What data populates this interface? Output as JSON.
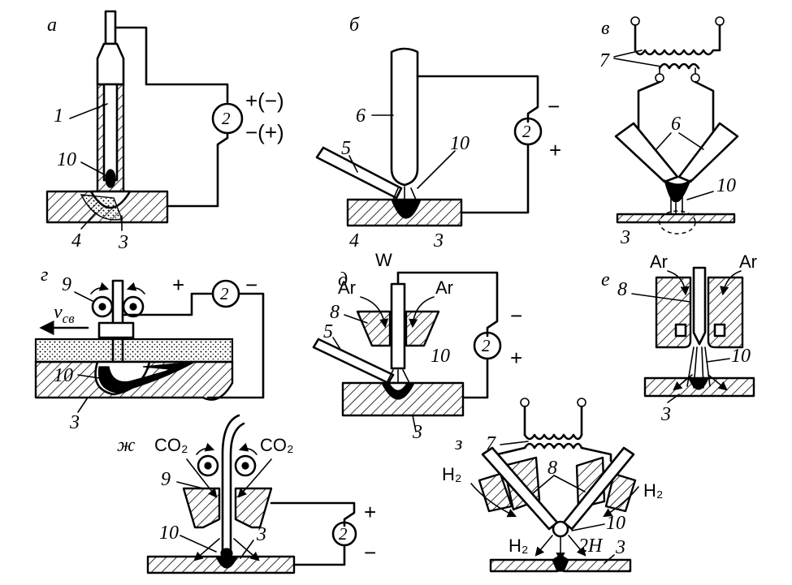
{
  "panels": {
    "a": {
      "letter": "а",
      "labels": {
        "electrode": "1",
        "arc": "10",
        "pool": "4",
        "work": "3",
        "source": "2"
      },
      "polarity": {
        "top": "+(−)",
        "bottom": "−(+)"
      }
    },
    "b": {
      "letter": "б",
      "labels": {
        "electrode": "6",
        "rod": "5",
        "arc": "10",
        "pool": "4",
        "work": "3",
        "source": "2"
      },
      "polarity": {
        "top": "−",
        "bottom": "+"
      }
    },
    "v": {
      "letter": "в",
      "labels": {
        "transformer": "7",
        "electrodes": "6",
        "arc": "10",
        "work": "3"
      }
    },
    "g": {
      "letter": "г",
      "labels": {
        "rollers": "9",
        "speed": "v",
        "speed_sub": "св",
        "arc": "10",
        "work": "3",
        "source": "2"
      },
      "polarity": {
        "left": "+",
        "right": "−"
      }
    },
    "d": {
      "letter": "д",
      "labels": {
        "tungsten": "W",
        "gas_left": "Ar",
        "gas_right": "Ar",
        "nozzle": "8",
        "rod": "5",
        "arc": "10",
        "work": "3",
        "source": "2"
      },
      "polarity": {
        "top": "−",
        "bottom": "+"
      }
    },
    "e": {
      "letter": "е",
      "labels": {
        "gas_left": "Ar",
        "gas_right": "Ar",
        "nozzle": "8",
        "arc": "10",
        "work": "3"
      }
    },
    "zh": {
      "letter": "ж",
      "labels": {
        "gas_left": "CO₂",
        "gas_right": "CO₂",
        "rollers": "9",
        "arc": "10",
        "work": "3",
        "source": "2"
      },
      "polarity": {
        "top": "+",
        "bottom": "−"
      }
    },
    "z": {
      "letter": "з",
      "labels": {
        "transformer": "7",
        "gas_left": "H₂",
        "nozzles": "8",
        "gas_right": "H₂",
        "arc": "10",
        "gas_out": "H₂",
        "atomic": "2H",
        "work": "3"
      }
    }
  }
}
